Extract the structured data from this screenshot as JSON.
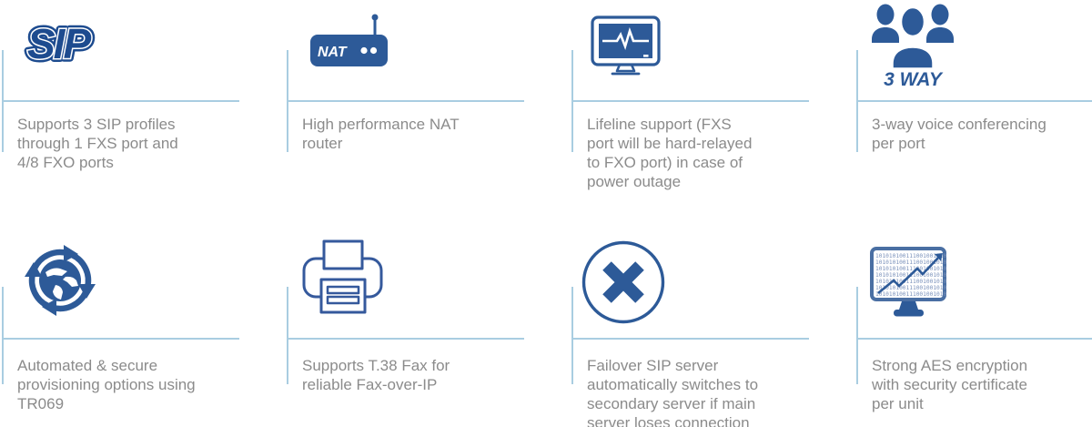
{
  "colors": {
    "icon_blue": "#2d5a98",
    "logo_blue": "#1d4b8f",
    "divider_light_blue": "#a9cde1",
    "text_gray": "#8b8b8b"
  },
  "features": [
    {
      "name": "sip-profiles",
      "icon": "sip-logo",
      "logo_text": "SIP",
      "text": "Supports 3 SIP profiles\nthrough 1 FXS port and\n4/8 FXO ports"
    },
    {
      "name": "nat-router",
      "icon": "nat-router-icon",
      "logo_text": "NAT",
      "text": "High performance NAT\nrouter"
    },
    {
      "name": "lifeline-support",
      "icon": "monitor-pulse-icon",
      "text": "Lifeline support (FXS\nport will be hard-relayed\nto FXO port) in case of\npower outage"
    },
    {
      "name": "three-way-conferencing",
      "icon": "conference-people-icon",
      "logo_text": "3 WAY",
      "text": "3-way voice conferencing\nper port"
    },
    {
      "name": "auto-provisioning",
      "icon": "globe-sync-icon",
      "text": "Automated & secure\nprovisioning options using\nTR069"
    },
    {
      "name": "t38-fax",
      "icon": "fax-printer-icon",
      "text": "Supports T.38 Fax for\nreliable Fax-over-IP"
    },
    {
      "name": "failover-sip-server",
      "icon": "x-circle-icon",
      "text": "Failover SIP server\nautomatically switches to\nsecondary server if main\nserver loses connection"
    },
    {
      "name": "aes-encryption",
      "icon": "monitor-binary-icon",
      "binary_row": "10101010011100100101010",
      "text": "Strong AES encryption\nwith security certificate\nper unit"
    }
  ]
}
